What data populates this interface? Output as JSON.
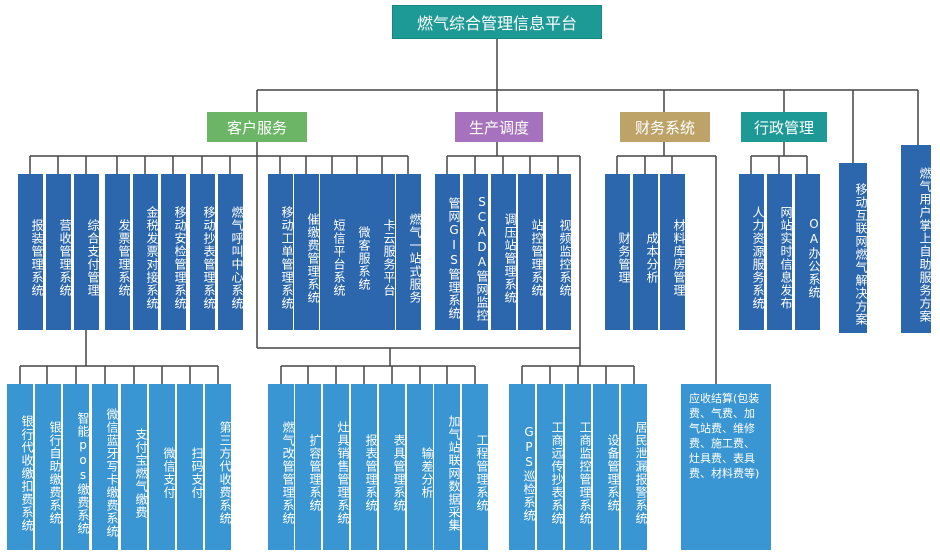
{
  "title": "燃气综合管理信息平台",
  "categories": {
    "customer": "客户服务",
    "production": "生产调度",
    "finance": "财务系统",
    "admin": "行政管理"
  },
  "standalone": {
    "mobile_iot": "移动互联网燃气解决方案",
    "user_palm": "燃气用户掌上自助服务方案"
  },
  "customer_items": [
    "报装管理系统",
    "营收管理系统",
    "综合支付管理",
    "发票管理系统",
    "金税发票对接系统",
    "移动安检管理系统",
    "移动抄表管理系统",
    "燃气呼叫中心系统",
    "移动工单管理系统",
    "催缴费管理系统",
    "短信平台系统",
    "微客服系统",
    "卡云服务平台",
    "燃气一站式服务"
  ],
  "payment_items": [
    "银行代收缴扣费系统",
    "银行自助缴费系统",
    "智能pos缴费系统",
    "微信蓝牙写卡缴费系统",
    "支付宝燃气缴费",
    "微信支付",
    "扫码支付",
    "第三方代收费系统"
  ],
  "service_sub_items": [
    "燃气改管管理系统",
    "扩容管理系统",
    "灶具销售管理系统",
    "报表管理系统",
    "表具管理系统",
    "输差分析",
    "加气站联网数据采集",
    "工程管理系统"
  ],
  "production_items": [
    "管网GIS管理系统",
    "SCADA管网监控",
    "调压站管理系统",
    "站控管理系统",
    "视频监控系统"
  ],
  "production_sub_items": [
    "GPS巡检系统",
    "工商远传抄表系统",
    "工商监控管理系统",
    "设备管理系统",
    "居民泄漏报警系统"
  ],
  "finance_items": [
    "财务管理",
    "成本分析",
    "材料库房管理"
  ],
  "finance_note": "应收结算(包装费、气费、加气站费、维修费、施工费、灶具费、表具费、材料费等)",
  "admin_items": [
    "人力资源服务系统",
    "网站实时信息发布",
    "OA办公系统"
  ],
  "colors": {
    "root": "#1e9a96",
    "customer": "#6cb566",
    "production": "#a672bd",
    "finance": "#bda367",
    "admin": "#1e9a96",
    "level2": "#2c67ad",
    "level3": "#3a95d3",
    "connector": "#444444"
  }
}
